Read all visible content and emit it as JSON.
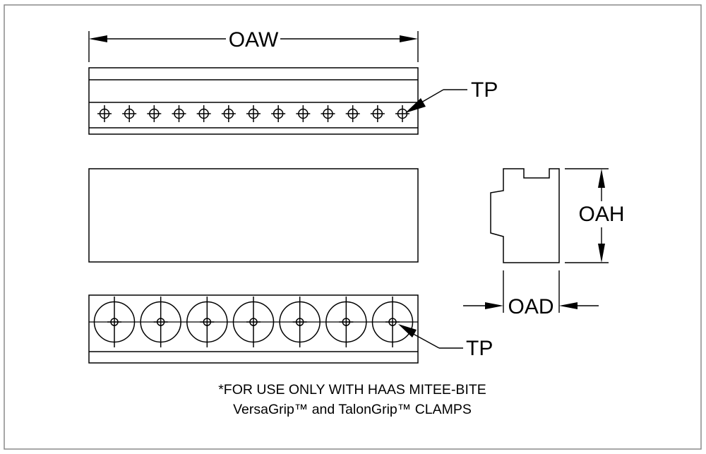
{
  "labels": {
    "overall_width": "OAW",
    "overall_height": "OAH",
    "overall_depth": "OAD",
    "top_tapped_holes": "TP",
    "bottom_tapped_holes": "TP"
  },
  "note": {
    "line1": "*FOR USE ONLY WITH HAAS MITEE-BITE",
    "line2": "VersaGrip™ and TalonGrip™ CLAMPS"
  },
  "counts": {
    "top_row_holes": 13,
    "bottom_row_counterbores": 7
  }
}
